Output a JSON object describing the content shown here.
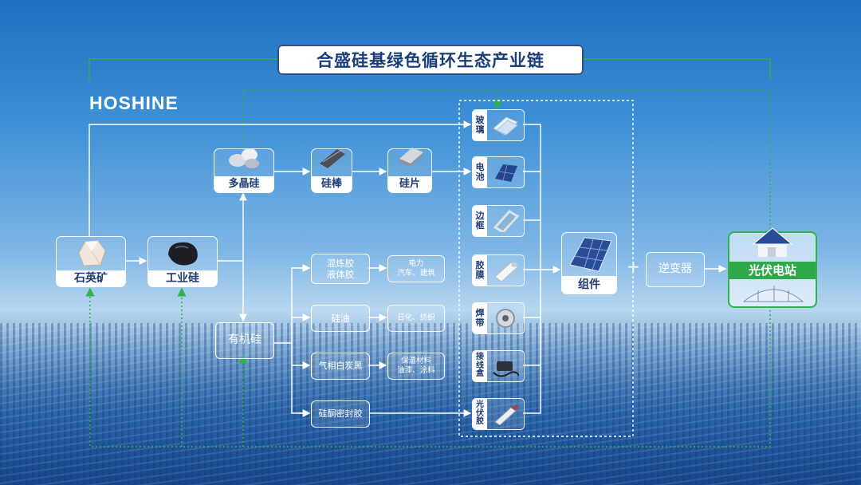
{
  "title": "合盛硅基绿色循环生态产业链",
  "brand": "HOSHINE",
  "main_nodes": {
    "quartz": "石英矿",
    "industrial_si": "工业硅",
    "polysilicon": "多晶硅",
    "ingot": "硅棒",
    "wafer": "硅片",
    "organic_si": "有机硅",
    "module": "组件",
    "inverter": "逆变器",
    "pv_station": "光伏电站"
  },
  "organic_branches": [
    {
      "product": "混炼胶\n液体胶",
      "use": "电力\n汽车、建筑"
    },
    {
      "product": "硅油",
      "use": "日化、纺织"
    },
    {
      "product": "气相白炭黑",
      "use": "保温材料\n油漆、涂料"
    },
    {
      "product": "硅酮密封胶",
      "use": ""
    }
  ],
  "components": [
    {
      "label": "玻\n璃",
      "icon": "glass-icon"
    },
    {
      "label": "电\n池",
      "icon": "solar-cell-icon"
    },
    {
      "label": "边\n框",
      "icon": "frame-icon"
    },
    {
      "label": "胶\n膜",
      "icon": "film-roll-icon"
    },
    {
      "label": "焊\n带",
      "icon": "ribbon-spool-icon"
    },
    {
      "label": "接\n线\n盒",
      "icon": "junction-box-icon"
    },
    {
      "label": "光\n伏\n胶",
      "icon": "sealant-tube-icon"
    }
  ],
  "plus_sign": "+",
  "colors": {
    "accent_green": "#2fb34a",
    "title_text": "#1b3e78"
  }
}
